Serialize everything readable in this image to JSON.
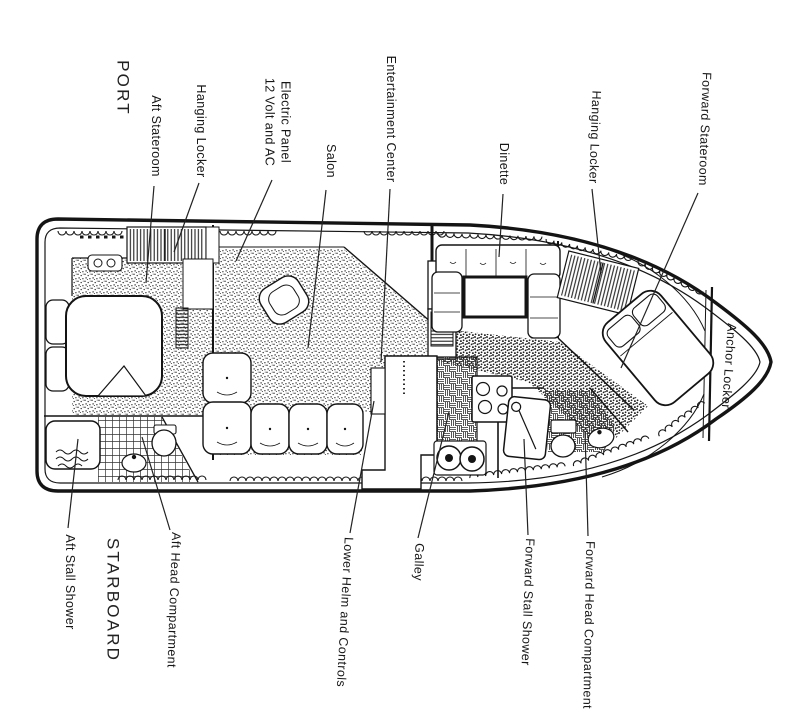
{
  "diagram": {
    "type": "boat-interior-floor-plan",
    "ink_color": "#161616",
    "background": "#ffffff",
    "orientation": {
      "port": "PORT",
      "starboard": "STARBOARD"
    },
    "labels": {
      "aft_stateroom": "Aft Stateroom",
      "hanging_locker_aft": "Hanging Locker",
      "electric_panel_line1": "Electric Panel",
      "electric_panel_line2": "12 Volt and AC",
      "salon": "Salon",
      "entertainment_center": "Entertainment Center",
      "dinette": "Dinette",
      "hanging_locker_fwd": "Hanging Locker",
      "forward_stateroom": "Forward Stateroom",
      "anchor_locker": "Anchor Locker",
      "aft_stall_shower": "Aft Stall Shower",
      "aft_head_compartment": "Aft Head Compartment",
      "lower_helm": "Lower Helm and Controls",
      "galley": "Galley",
      "forward_stall_shower": "Forward Stall Shower",
      "forward_head_compartment": "Forward Head Compartment"
    }
  }
}
